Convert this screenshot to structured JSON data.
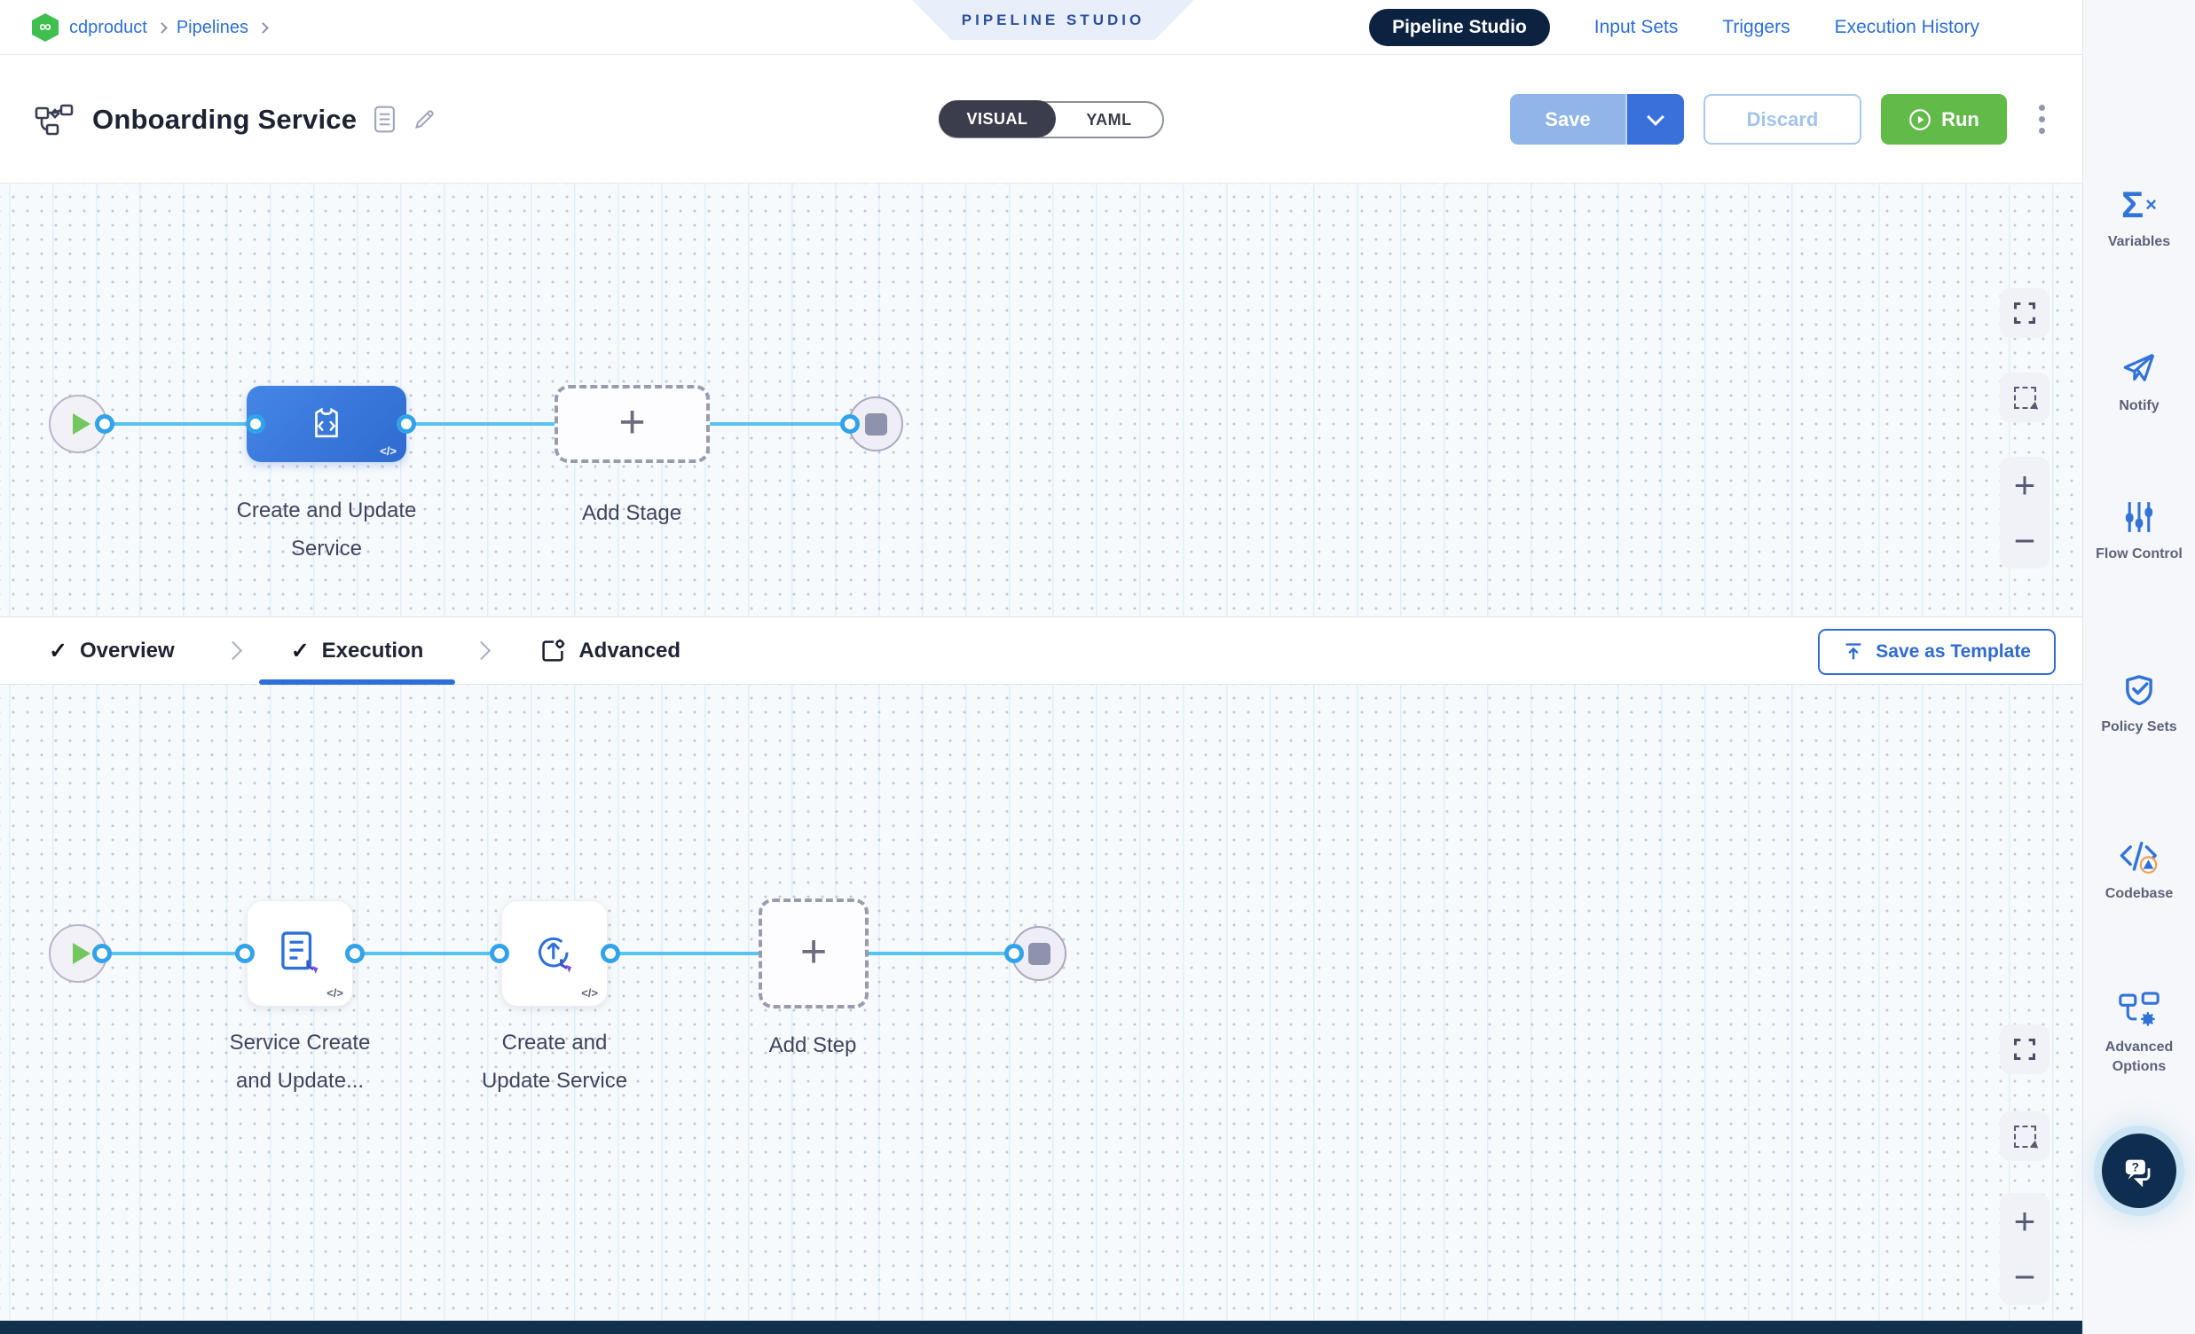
{
  "header": {
    "breadcrumb": {
      "project": "cdproduct",
      "section": "Pipelines"
    },
    "banner_label": "PIPELINE STUDIO",
    "nav": [
      {
        "label": "Pipeline Studio",
        "active": true
      },
      {
        "label": "Input Sets"
      },
      {
        "label": "Triggers"
      },
      {
        "label": "Execution History"
      }
    ]
  },
  "toolbar": {
    "title": "Onboarding Service",
    "mode_toggle": {
      "visual": "VISUAL",
      "yaml": "YAML",
      "selected": "VISUAL"
    },
    "save_label": "Save",
    "discard_label": "Discard",
    "run_label": "Run"
  },
  "stage_canvas": {
    "stage_label": "Create and Update Service",
    "add_stage_label": "Add Stage",
    "code_badge": "</>"
  },
  "tab_bar": {
    "overview_label": "Overview",
    "execution_label": "Execution",
    "advanced_label": "Advanced",
    "save_as_template_label": "Save as Template"
  },
  "step_canvas": {
    "step1_label": "Service Create and Update...",
    "step2_label": "Create and Update Service",
    "add_step_label": "Add Step",
    "code_badge": "</>"
  },
  "right_rail": {
    "items": [
      {
        "label": "Variables",
        "icon": "sigma-x-icon"
      },
      {
        "label": "Notify",
        "icon": "paper-plane-icon"
      },
      {
        "label": "Flow Control",
        "icon": "sliders-icon"
      },
      {
        "label": "Policy Sets",
        "icon": "shield-check-icon"
      },
      {
        "label": "Codebase",
        "icon": "code-warning-icon"
      },
      {
        "label": "Advanced Options",
        "icon": "flowchart-gear-icon"
      }
    ]
  },
  "icons": {
    "check": "✓",
    "plus": "+",
    "minus": "−",
    "sigma": "Σ",
    "sigma_x": "×",
    "infinity": "∞"
  },
  "colors": {
    "primary_blue": "#2f6fd6",
    "navy_pill": "#0b2340",
    "edge_blue": "#58c2f3",
    "stage_blue": "#3b7ae0",
    "run_green": "#62ba48",
    "canvas_bg": "#f7fafd"
  }
}
